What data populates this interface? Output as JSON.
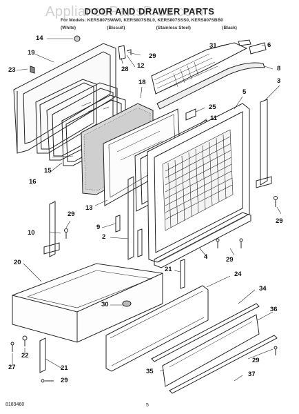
{
  "header": {
    "title": "DOOR AND DRAWER PARTS",
    "watermark": "AppliancePartsPros.com",
    "models": "For Models: KERS807SWW0, KERS807SBL0, KERS807SSS0, KERS807SBB0",
    "variants": [
      "(White)",
      "(Biscuit)",
      "(Stainless Steel)",
      "(Black)"
    ]
  },
  "callouts": [
    "14",
    "19",
    "23",
    "28",
    "12",
    "29",
    "31",
    "6",
    "8",
    "3",
    "18",
    "5",
    "25",
    "11",
    "15",
    "16",
    "13",
    "9",
    "2",
    "10",
    "29",
    "29",
    "4",
    "29",
    "21",
    "20",
    "24",
    "34",
    "30",
    "36",
    "22",
    "27",
    "21",
    "29",
    "35",
    "37",
    "29"
  ],
  "footer": {
    "code": "8189460",
    "page": "5"
  },
  "colors": {
    "ink": "#111111",
    "paper": "#ffffff",
    "watermark": "#969696"
  }
}
